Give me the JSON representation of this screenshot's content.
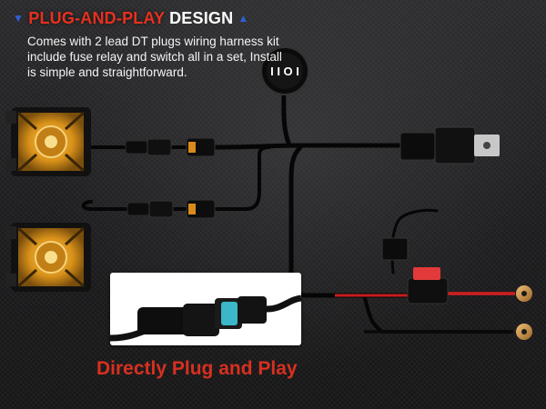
{
  "headline": {
    "part1": "PLUG-AND-PLAY",
    "part2": "DESIGN",
    "marker_left_icon": "triangle-down-icon",
    "marker_right_icon": "triangle-up-icon"
  },
  "description": "Comes with 2 lead DT plugs wiring harness kit include fuse relay and switch all in a set, Install is simple and straightforward.",
  "switch_label": "I I O I",
  "caption": "Directly Plug and Play",
  "colors": {
    "accent_red": "#e8301f",
    "accent_blue": "#2e5fd6",
    "light_amber": "#e6a21a",
    "connector_teal": "#3bb7c9",
    "terminal_brass": "#c98e3a",
    "wire_red": "#d11f1f",
    "background": "#1d1d1f"
  },
  "icons": [
    "work-light-icon",
    "rocker-switch-icon",
    "relay-icon",
    "fuse-holder-icon",
    "ring-terminal-icon",
    "dt-connector-icon"
  ]
}
